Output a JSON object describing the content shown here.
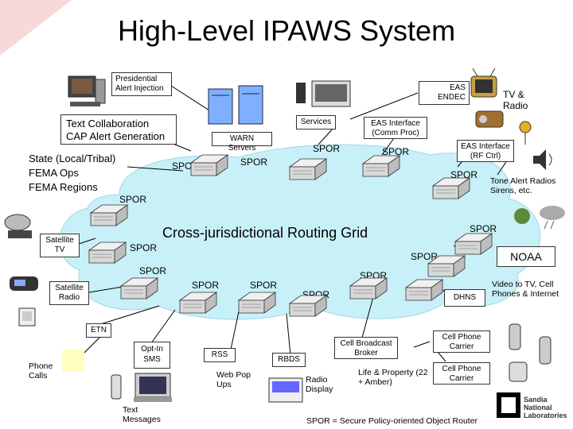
{
  "title": "High-Level IPAWS System",
  "grid_title": "Cross-jurisdictional Routing Grid",
  "footer": "SPOR = Secure Policy-oriented Object Router",
  "boxes": {
    "presidential": "Presidential Alert Injection",
    "text_collab": "Text Collaboration CAP Alert Generation",
    "eas_endec": "EAS ENDEC",
    "services": "Services",
    "warn_servers": "WARN Servers",
    "eas_interface_comm": "EAS Interface (Comm Proc)",
    "eas_interface_rf": "EAS Interface (RF Ctrl)",
    "satellite_tv": "Satellite TV",
    "satellite_radio": "Satellite Radio",
    "noaa": "NOAA",
    "dhns": "DHNS",
    "etn": "ETN",
    "opt_in_sms": "Opt-In SMS",
    "rss": "RSS",
    "rbds": "RBDS",
    "cell_broadcast": "Cell Broadcast Broker",
    "cell_phone_carrier_1": "Cell Phone Carrier",
    "cell_phone_carrier_2": "Cell Phone Carrier"
  },
  "labels": {
    "state": "State (Local/Tribal)",
    "fema_ops": "FEMA Ops",
    "fema_regions": "FEMA Regions",
    "tv_radio": "TV & Radio",
    "tone_alert": "Tone Alert Radios Sirens, etc.",
    "video_to_tv": "Video to TV, Cell Phones & Internet",
    "phone_calls": "Phone Calls",
    "text_messages": "Text Messages",
    "web_pop_ups": "Web Pop Ups",
    "radio_display": "Radio Display",
    "life_property": "Life & Property (22 + Amber)"
  },
  "spor": "SPOR",
  "sandia": "Sandia National Laboratories",
  "colors": {
    "cloud": "#c8f0f8",
    "router": "#d8d8d8",
    "warn_server": "#7fb0ff"
  }
}
